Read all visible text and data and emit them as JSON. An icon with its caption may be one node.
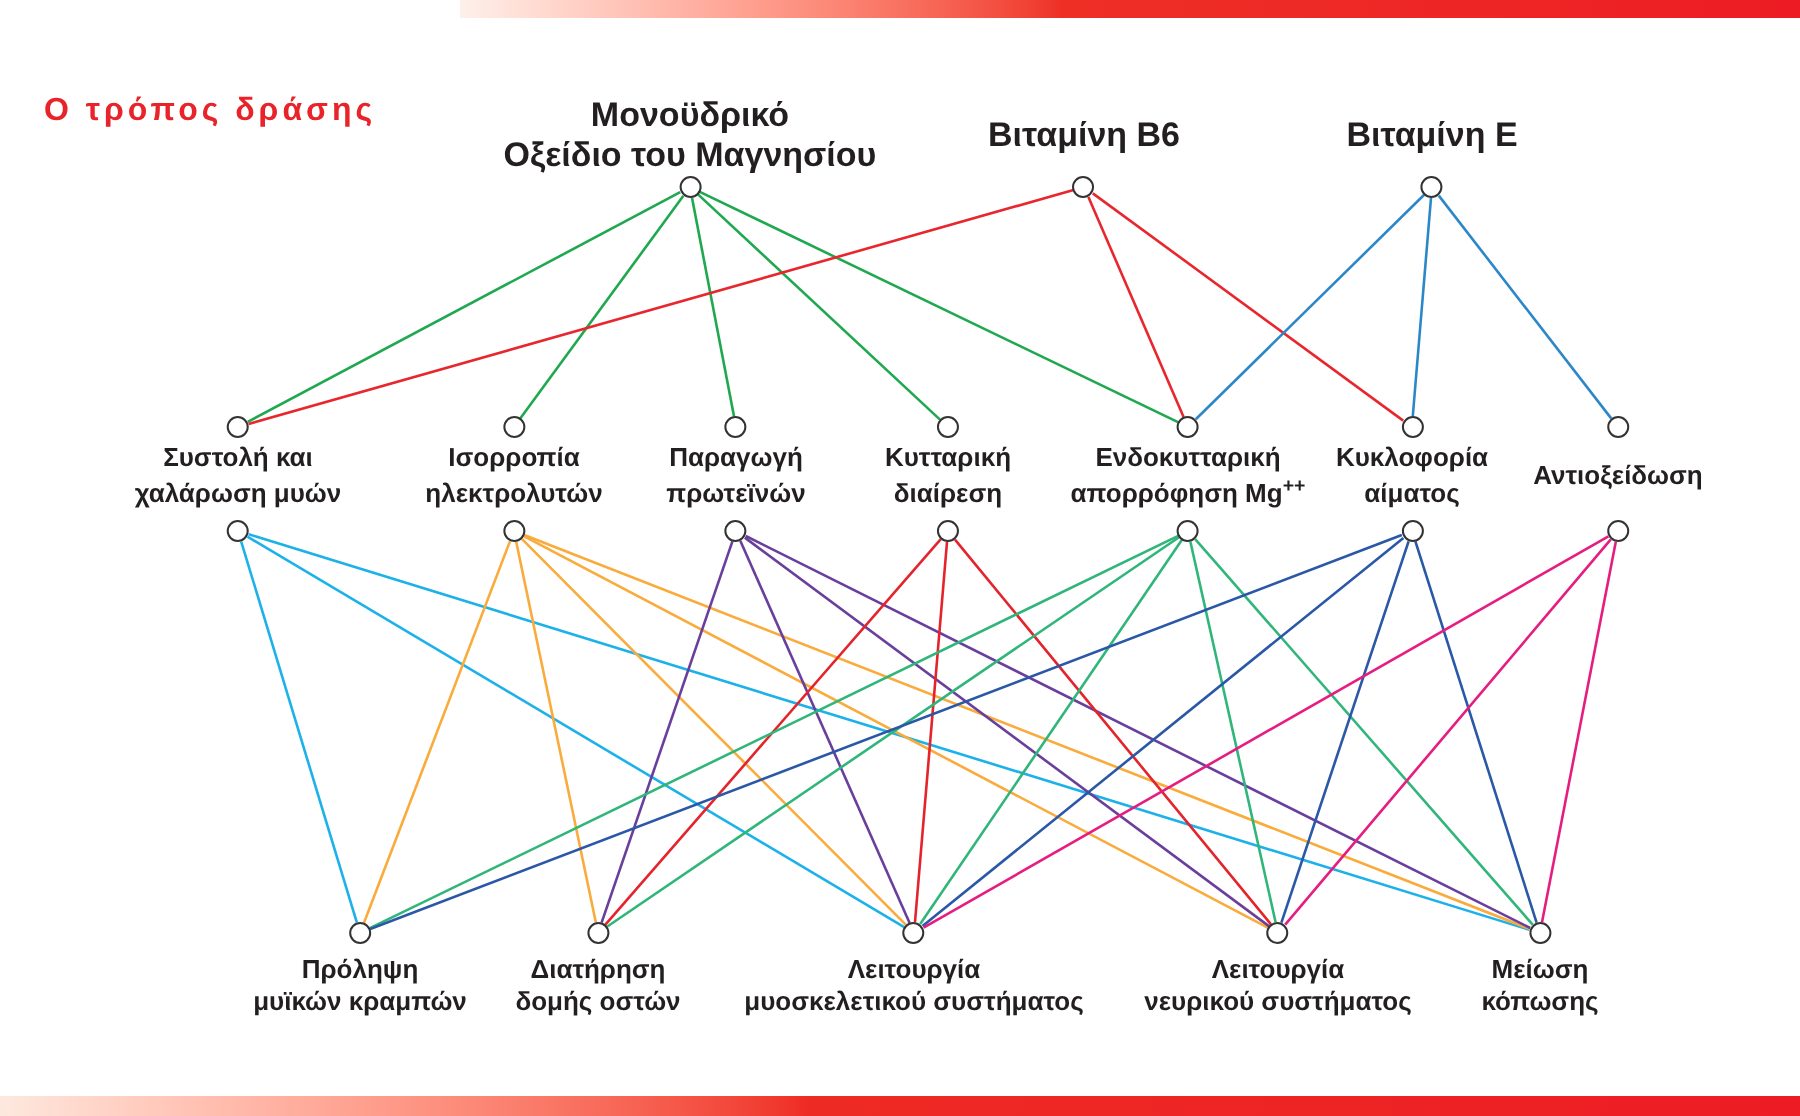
{
  "diagram": {
    "title": "Ο τρόπος δράσης",
    "nodes": [
      {
        "text": [
          "Μονοϋδρικό Οξείδιο του Μαγνησίου"
        ]
      },
      {
        "text": [
          "Βιταμίνη Β6"
        ]
      },
      {
        "text": [
          "Βιταμίνη Ε"
        ]
      },
      {
        "text": [
          "Συστολή και χαλάρωση μυών"
        ]
      },
      {
        "text": [
          "Ισορροπία ηλεκτρολυτών"
        ]
      },
      {
        "text": [
          "Παραγωγή πρωτεϊνών"
        ]
      },
      {
        "text": [
          "Κυτταρική διαίρεση"
        ]
      },
      {
        "text": [
          "Ενδοκυτταρική απορρόφηση Mg$^{++}$"
        ]
      },
      {
        "text": [
          "Κυκλοφορία αίματος"
        ]
      },
      {
        "text": [
          "Αντιοξείδωση"
        ]
      },
      {
        "text": [
          "Πρόληψη μυϊκών κραμπών"
        ]
      },
      {
        "text": [
          "Διατήρηση δομής οστών"
        ]
      },
      {
        "text": [
          "Λειτουργία μυοσκελετικού συστήματος"
        ]
      },
      {
        "text": [
          "Λειτουργία νευρικού συστήματος"
        ]
      },
      {
        "text": [
          "Μείωση κόπωσης"
        ]
      }
    ],
    "edges": [
      {
        "from": 0,
        "to": 3,
        "arrow": "none",
        "color": "#1fa84f"
      },
      {
        "from": 0,
        "to": 4,
        "arrow": "none",
        "color": "#1fa84f"
      },
      {
        "from": 0,
        "to": 5,
        "arrow": "none",
        "color": "#1fa84f"
      },
      {
        "from": 0,
        "to": 6,
        "arrow": "none",
        "color": "#1fa84f"
      },
      {
        "from": 0,
        "to": 7,
        "arrow": "none",
        "color": "#1fa84f"
      },
      {
        "from": 1,
        "to": 3,
        "arrow": "none",
        "color": "#e8262d"
      },
      {
        "from": 1,
        "to": 7,
        "arrow": "none",
        "color": "#e8262d"
      },
      {
        "from": 1,
        "to": 8,
        "arrow": "none",
        "color": "#e8262d"
      },
      {
        "from": 2,
        "to": 7,
        "arrow": "none",
        "color": "#2b87c8"
      },
      {
        "from": 2,
        "to": 8,
        "arrow": "none",
        "color": "#2b87c8"
      },
      {
        "from": 2,
        "to": 9,
        "arrow": "none",
        "color": "#2b87c8"
      },
      {
        "from": 3,
        "to": 10,
        "arrow": "none",
        "color": "#1db1e9"
      },
      {
        "from": 3,
        "to": 12,
        "arrow": "none",
        "color": "#1db1e9"
      },
      {
        "from": 3,
        "to": 14,
        "arrow": "none",
        "color": "#1db1e9"
      },
      {
        "from": 4,
        "to": 10,
        "arrow": "none",
        "color": "#f9ab3b"
      },
      {
        "from": 4,
        "to": 11,
        "arrow": "none",
        "color": "#f9ab3b"
      },
      {
        "from": 4,
        "to": 12,
        "arrow": "none",
        "color": "#f9ab3b"
      },
      {
        "from": 4,
        "to": 13,
        "arrow": "none",
        "color": "#f9ab3b"
      },
      {
        "from": 4,
        "to": 14,
        "arrow": "none",
        "color": "#f9ab3b"
      },
      {
        "from": 5,
        "to": 11,
        "arrow": "none",
        "color": "#6a3f9c"
      },
      {
        "from": 5,
        "to": 12,
        "arrow": "none",
        "color": "#6a3f9c"
      },
      {
        "from": 5,
        "to": 13,
        "arrow": "none",
        "color": "#6a3f9c"
      },
      {
        "from": 5,
        "to": 14,
        "arrow": "none",
        "color": "#6a3f9c"
      },
      {
        "from": 6,
        "to": 11,
        "arrow": "none",
        "color": "#e4232b"
      },
      {
        "from": 6,
        "to": 12,
        "arrow": "none",
        "color": "#e4232b"
      },
      {
        "from": 6,
        "to": 13,
        "arrow": "none",
        "color": "#e4232b"
      },
      {
        "from": 7,
        "to": 10,
        "arrow": "none",
        "color": "#30b57a"
      },
      {
        "from": 7,
        "to": 11,
        "arrow": "none",
        "color": "#30b57a"
      },
      {
        "from": 7,
        "to": 12,
        "arrow": "none",
        "color": "#30b57a"
      },
      {
        "from": 7,
        "to": 13,
        "arrow": "none",
        "color": "#30b57a"
      },
      {
        "from": 7,
        "to": 14,
        "arrow": "none",
        "color": "#30b57a"
      },
      {
        "from": 8,
        "to": 10,
        "arrow": "none",
        "color": "#2a58a6"
      },
      {
        "from": 8,
        "to": 12,
        "arrow": "none",
        "color": "#2a58a6"
      },
      {
        "from": 8,
        "to": 13,
        "arrow": "none",
        "color": "#2a58a6"
      },
      {
        "from": 8,
        "to": 14,
        "arrow": "none",
        "color": "#2a58a6"
      },
      {
        "from": 9,
        "to": 12,
        "arrow": "none",
        "color": "#e51d80"
      },
      {
        "from": 9,
        "to": 13,
        "arrow": "none",
        "color": "#e51d80"
      },
      {
        "from": 9,
        "to": 14,
        "arrow": "none",
        "color": "#e51d80"
      }
    ]
  }
}
